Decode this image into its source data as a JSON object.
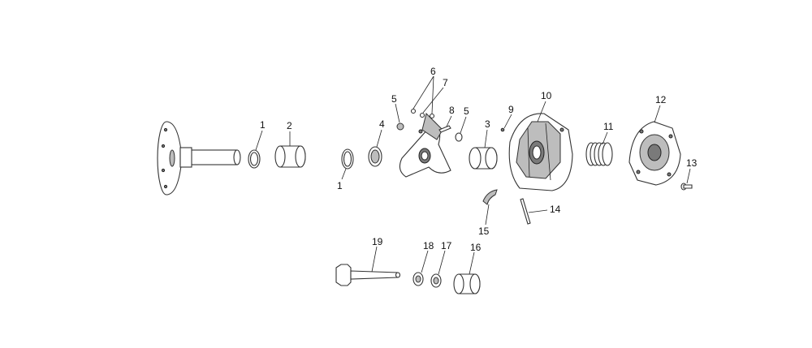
{
  "diagram": {
    "part_labels": [
      "1",
      "2",
      "4",
      "1",
      "5",
      "6",
      "7",
      "8",
      "5",
      "3",
      "9",
      "10",
      "11",
      "12",
      "13",
      "14",
      "15",
      "19",
      "18",
      "17",
      "16"
    ]
  }
}
